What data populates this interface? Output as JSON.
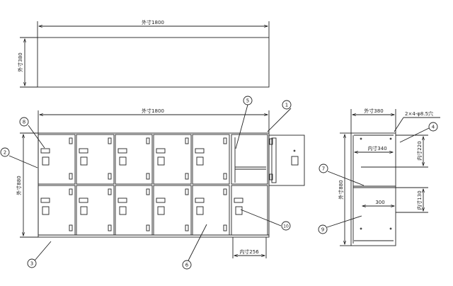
{
  "drawing": {
    "top_view": {
      "width_label": "外寸1800",
      "depth_label": "外寸380"
    },
    "front_view": {
      "width_label": "外寸1800",
      "height_label": "外寸880",
      "inner_width_label": "内寸256",
      "callouts": [
        "1",
        "2",
        "3",
        "5",
        "6",
        "8",
        "10"
      ]
    },
    "side_view": {
      "depth_label": "外寸380",
      "hole_label": "2×4-φ8.5穴",
      "inner_depth_label": "内寸340",
      "inner_height_top_label": "内寸220",
      "shelf_label": "300",
      "inner_height_bottom_label": "内寸130",
      "height_label": "外寸880",
      "callouts": [
        "4",
        "7",
        "9"
      ]
    }
  },
  "colors": {
    "line": "#222222",
    "background": "#ffffff"
  },
  "icons": {
    "handle": "door-handle-icon",
    "nameplate": "nameplate-icon",
    "hinge": "hinge-icon"
  }
}
